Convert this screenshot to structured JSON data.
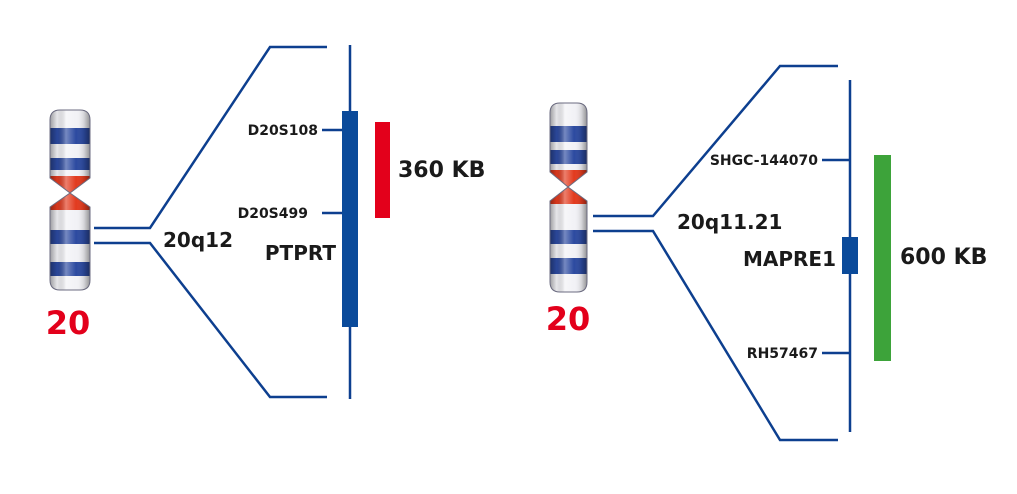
{
  "colors": {
    "line": "#0d3f8f",
    "gene_bar": "#0a4a9a",
    "chromosome_label": "#e3001b",
    "centromere": "#e23a1e",
    "band_dark": "#2c4aa0",
    "band_light": "#f2f2f6"
  },
  "left_panel": {
    "chromosome_number": "20",
    "band_label": "20q12",
    "gene_label": "PTPRT",
    "markers": [
      "D20S108",
      "D20S499"
    ],
    "region_size": "360 KB",
    "region_color": "#e3001b"
  },
  "right_panel": {
    "chromosome_number": "20",
    "band_label": "20q11.21",
    "gene_label": "MAPRE1",
    "markers": [
      "SHGC-144070",
      "RH57467"
    ],
    "region_size": "600 KB",
    "region_color": "#3da33a"
  }
}
